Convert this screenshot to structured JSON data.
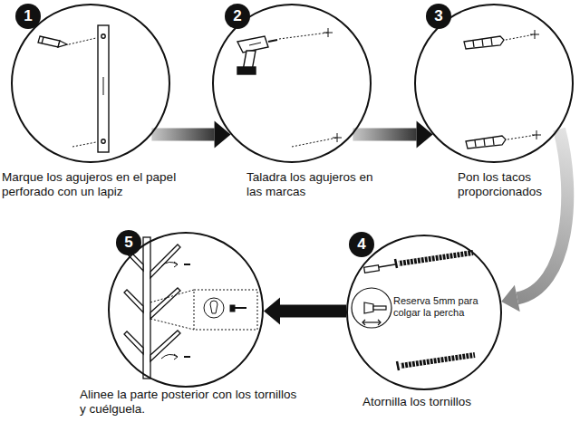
{
  "diagram": {
    "nodes": [
      {
        "text": [
          "1",
          "Marque los agujeros en el papel perforado con un lapiz"
        ]
      },
      {
        "text": [
          "2",
          "Taladra los agujeros en las marcas"
        ]
      },
      {
        "text": [
          "3",
          "Pon los tacos proporcionados"
        ]
      },
      {
        "text": [
          "4",
          "Reserva 5mm para colgar la percha",
          "Atornilla los tornillos"
        ]
      },
      {
        "text": [
          "5",
          "Alinee la parte posterior con los tornillos y cuélguela."
        ]
      }
    ],
    "edges": [
      {
        "from": 0,
        "to": 1,
        "arrow": "to"
      },
      {
        "from": 1,
        "to": 2,
        "arrow": "to"
      },
      {
        "from": 2,
        "to": 3,
        "arrow": "to"
      },
      {
        "from": 3,
        "to": 4,
        "arrow": "to"
      }
    ]
  }
}
